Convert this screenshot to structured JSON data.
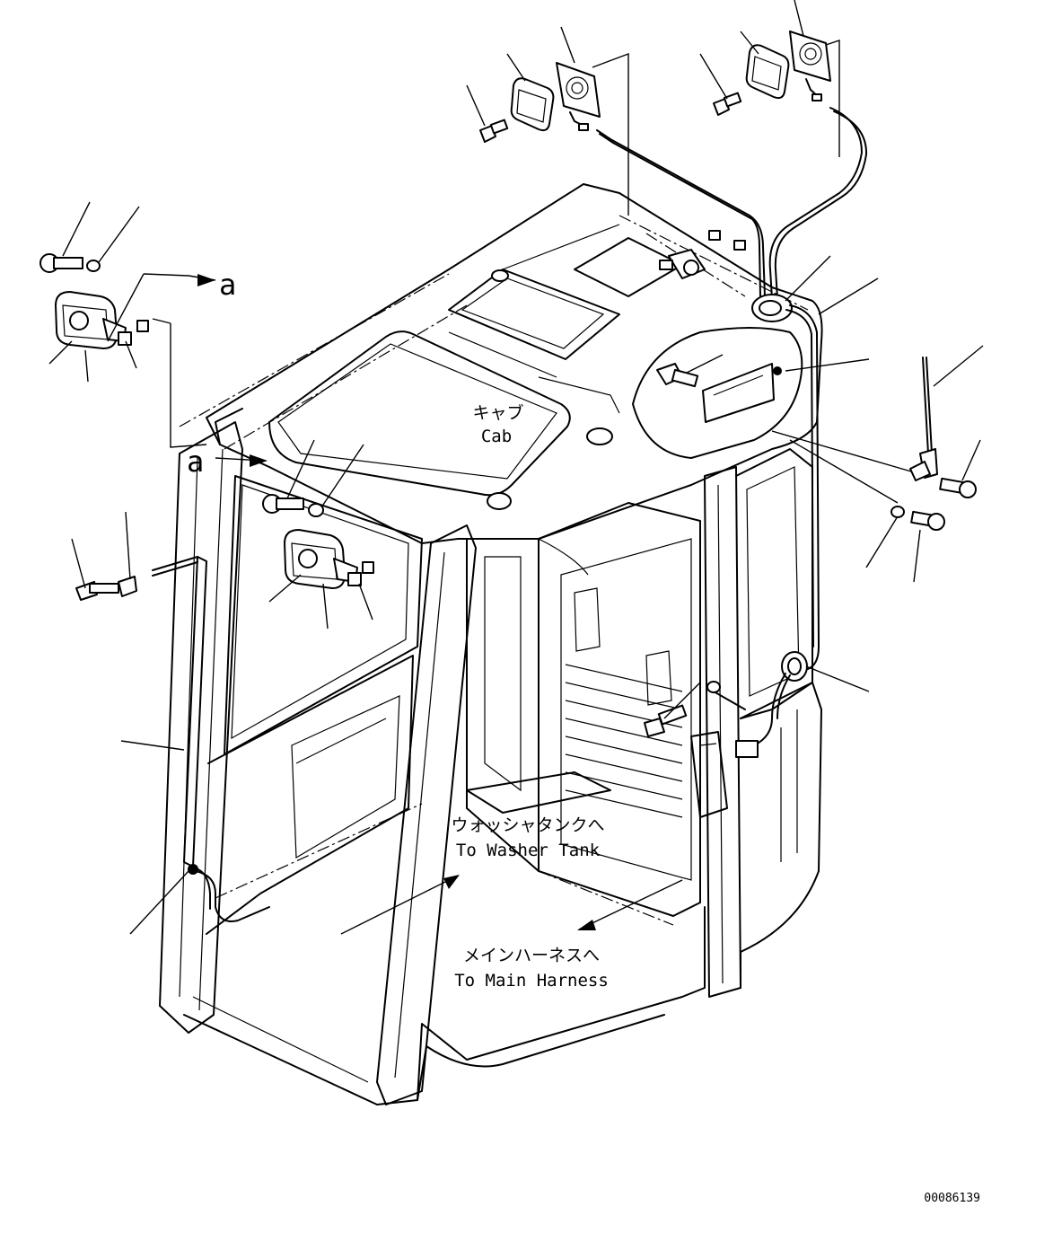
{
  "labels": {
    "cab_jp": "キャブ",
    "cab_en": "Cab",
    "washer_jp": "ウォッシャタンクへ",
    "washer_en": "To Washer Tank",
    "harness_jp": "メインハーネスへ",
    "harness_en": "To Main Harness",
    "ref_a_top": "a",
    "ref_a_side": "a",
    "drawing_number": "00086139"
  },
  "colors": {
    "line": "#000000",
    "background": "#ffffff"
  },
  "parts": [
    {
      "name": "rear-speaker-left",
      "icon": "speaker-icon"
    },
    {
      "name": "rear-speaker-right",
      "icon": "speaker-icon"
    },
    {
      "name": "speaker-grille-left",
      "icon": "grille-icon"
    },
    {
      "name": "speaker-grille-right",
      "icon": "grille-icon"
    },
    {
      "name": "work-lamp-top",
      "icon": "lamp-icon"
    },
    {
      "name": "work-lamp-front",
      "icon": "lamp-icon"
    },
    {
      "name": "radio-antenna",
      "icon": "antenna-icon"
    },
    {
      "name": "roof-plate",
      "icon": "plate-icon"
    }
  ]
}
